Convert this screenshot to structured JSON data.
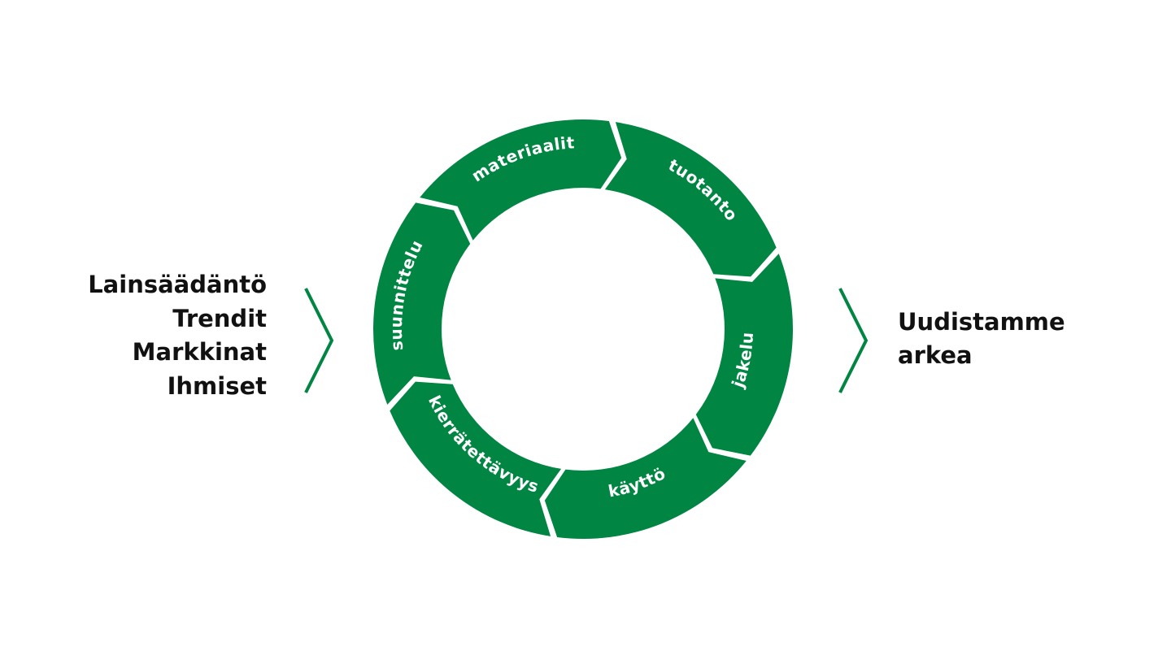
{
  "drivers": [
    "Lainsäädäntö",
    "Trendit",
    "Markkinat",
    "Ihmiset"
  ],
  "outcome": [
    "Uudistamme",
    "arkea"
  ],
  "cycle": {
    "segments": [
      {
        "label": "suunnittelu"
      },
      {
        "label": "materiaalit"
      },
      {
        "label": "tuotanto"
      },
      {
        "label": "jakelu"
      },
      {
        "label": "käyttö"
      },
      {
        "label": "kierrätettävyys"
      }
    ]
  },
  "colors": {
    "green": "#008542",
    "text": "#111111",
    "background": "#ffffff"
  }
}
